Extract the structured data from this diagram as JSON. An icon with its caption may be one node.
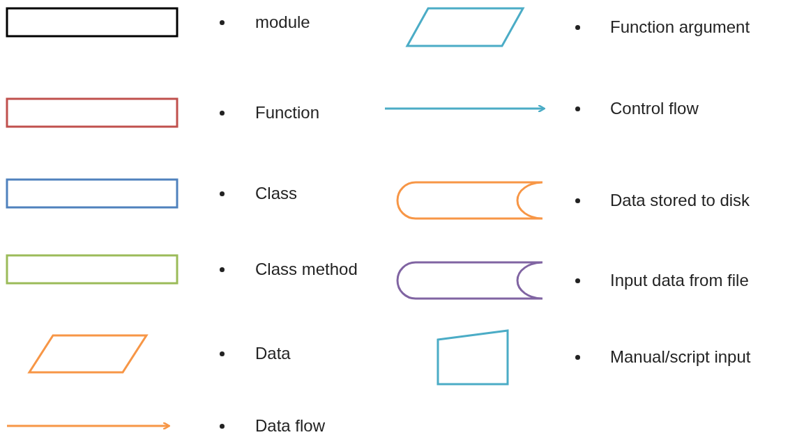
{
  "diagram": {
    "legend": [
      {
        "text": "module"
      },
      {
        "text": "Function"
      },
      {
        "text": "Class"
      },
      {
        "text": "Class method"
      },
      {
        "text": "Data"
      },
      {
        "text": "Data flow"
      },
      {
        "text": "Function argument"
      },
      {
        "text": "Control flow"
      },
      {
        "text": "Data stored to disk"
      },
      {
        "text": "Input data from file"
      },
      {
        "text": "Manual/script input"
      }
    ]
  }
}
